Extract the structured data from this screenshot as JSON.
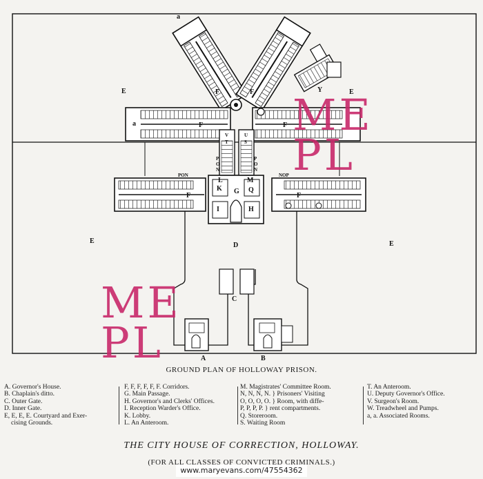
{
  "plan_title": "GROUND PLAN OF HOLLOWAY PRISON.",
  "legend": {
    "col1": [
      "A. Governor's House.",
      "B. Chaplain's ditto.",
      "C. Outer Gate.",
      "D. Inner Gate.",
      "E, E, E, E. Courtyard and Exer-",
      "cising Grounds."
    ],
    "col2": [
      "F, F, F, F, F, F. Corridors.",
      "G. Main Passage.",
      "H. Governor's and Clerks' Offices.",
      "I. Reception Warder's Office.",
      "K. Lobby.",
      "L. An Anteroom."
    ],
    "col3": [
      "M. Magistrates' Committee Room.",
      "N, N, N, N. } Prisoners' Visiting",
      "O, O, O, O. } Room, with diffe-",
      "P, P, P, P. } rent compartments.",
      "Q. Storeroom.",
      "S. Waiting Room"
    ],
    "col4": [
      "T. An Anteroom.",
      "U. Deputy Governor's Office.",
      "V. Surgeon's Room.",
      "W. Treadwheel and Pumps.",
      "a, a. Associated Rooms."
    ]
  },
  "main_title": "THE CITY HOUSE OF CORRECTION, HOLLOWAY.",
  "subtitle": "(FOR ALL CLASSES OF CONVICTED CRIMINALS.)",
  "watermark": {
    "line1": "ME",
    "line2": "PL",
    "color": "#c8296a"
  },
  "footer": "www.maryevans.com/47554362",
  "map_labels": {
    "a": "a",
    "E": "E",
    "F": "F",
    "Y": "Y",
    "D": "D",
    "C": "C",
    "A": "A",
    "B": "B",
    "G": "G",
    "H": "H",
    "I": "I",
    "K": "K",
    "L": "L",
    "M": "M",
    "Q": "Q",
    "V": "V",
    "T": "T",
    "U": "U",
    "S": "S",
    "P": "P",
    "O": "O",
    "N": "N",
    "PON": "PON",
    "NOP": "NOP"
  }
}
